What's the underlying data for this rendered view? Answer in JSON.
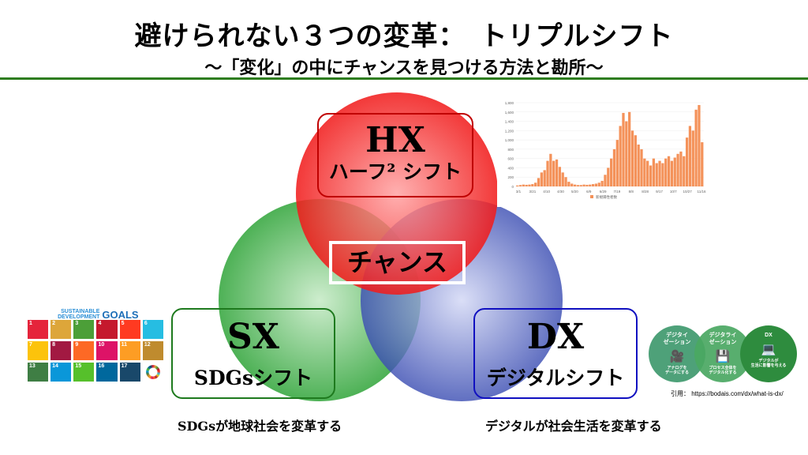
{
  "slide": {
    "title": "避けられない３つの変革：　トリプルシフト",
    "subtitle": "～「変化」の中にチャンスを見つける方法と勘所～"
  },
  "venn": {
    "hx": {
      "label": "HX",
      "sub": "ハーフ² シフト"
    },
    "sx": {
      "label": "SX",
      "sub": "SDGsシフト"
    },
    "dx": {
      "label": "DX",
      "sub": "デジタルシフト"
    },
    "center": "チャンス"
  },
  "captions": {
    "sx": "SDGsが地球社会を変革する",
    "dx": "デジタルが社会生活を変革する"
  },
  "colors": {
    "accent_green": "#2e7d1f",
    "hx_red": "#c00000",
    "sx_green": "#1e7a1e",
    "dx_blue": "#1010c0",
    "bar": "#f4925a"
  },
  "chart_data": {
    "type": "bar",
    "title": "",
    "legend": [
      "新規陽性者数"
    ],
    "legend_position": "bottom",
    "ylim": [
      0,
      1800
    ],
    "yticks": [
      "0",
      "200",
      "400",
      "600",
      "800",
      "1,000",
      "1,200",
      "1,400",
      "1,600",
      "1,800"
    ],
    "xticks": [
      "3/1",
      "3/21",
      "4/10",
      "4/30",
      "5/20",
      "6/9",
      "6/29",
      "7/19",
      "8/8",
      "8/28",
      "9/17",
      "10/7",
      "10/27",
      "11/16"
    ],
    "values": [
      20,
      30,
      40,
      35,
      40,
      50,
      80,
      180,
      300,
      350,
      550,
      700,
      550,
      580,
      420,
      300,
      200,
      100,
      60,
      40,
      30,
      30,
      40,
      35,
      40,
      50,
      60,
      80,
      120,
      250,
      400,
      600,
      800,
      1000,
      1300,
      1580,
      1400,
      1600,
      1200,
      1100,
      900,
      800,
      600,
      550,
      450,
      600,
      500,
      550,
      500,
      600,
      650,
      550,
      620,
      700,
      750,
      650,
      1050,
      1300,
      1200,
      1650,
      1750,
      950
    ]
  },
  "sdgs": {
    "header_small": "SUSTAINABLE DEVELOPMENT",
    "header_big": "GOALS",
    "tiles": [
      {
        "n": "1",
        "c": "#e5243b"
      },
      {
        "n": "2",
        "c": "#dda63a"
      },
      {
        "n": "3",
        "c": "#4c9f38"
      },
      {
        "n": "4",
        "c": "#c5192d"
      },
      {
        "n": "5",
        "c": "#ff3a21"
      },
      {
        "n": "6",
        "c": "#26bde2"
      },
      {
        "n": "7",
        "c": "#fcc30b"
      },
      {
        "n": "8",
        "c": "#a21942"
      },
      {
        "n": "9",
        "c": "#fd6925"
      },
      {
        "n": "10",
        "c": "#dd1367"
      },
      {
        "n": "11",
        "c": "#fd9d24"
      },
      {
        "n": "12",
        "c": "#bf8b2e"
      },
      {
        "n": "13",
        "c": "#3f7e44"
      },
      {
        "n": "14",
        "c": "#0a97d9"
      },
      {
        "n": "15",
        "c": "#56c02b"
      },
      {
        "n": "16",
        "c": "#00689d"
      },
      {
        "n": "17",
        "c": "#19486a"
      }
    ]
  },
  "dx_figure": {
    "steps": [
      {
        "title": "デジタイ\nゼーション",
        "icon": "🎥",
        "body": "アナログを\nデータにする",
        "color": "#3f9a6e"
      },
      {
        "title": "デジタライ\nゼーション",
        "icon": "💾",
        "body": "プロセス全体を\nデジタル化する",
        "color": "#4aa862"
      },
      {
        "title": "DX",
        "icon": "💻",
        "body": "デジタルが\n生活に影響を与える",
        "color": "#2e8c3e"
      }
    ],
    "citation": "引用：  https://bodais.com/dx/what-is-dx/"
  }
}
